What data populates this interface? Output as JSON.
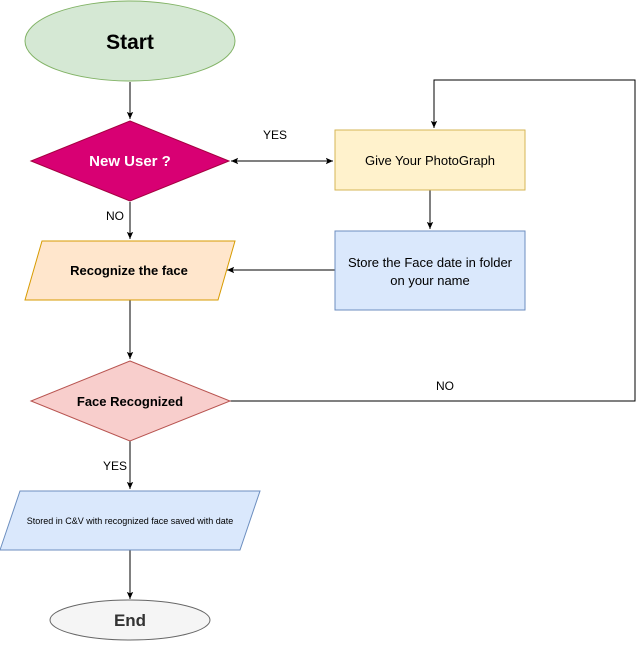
{
  "diagram": {
    "nodes": {
      "start": {
        "label": "Start",
        "fill": "#d5e8d4",
        "stroke": "#82b366"
      },
      "new_user": {
        "label": "New User ?",
        "fill": "#d80073",
        "stroke": "#a50040",
        "text_color": "#ffffff"
      },
      "give_photo": {
        "label": "Give Your PhotoGraph",
        "fill": "#fff2cc",
        "stroke": "#d6b656"
      },
      "store_face_line1": "Store the Face date in folder",
      "store_face_line2": "on your name",
      "store_face": {
        "fill": "#dae8fc",
        "stroke": "#6c8ebf"
      },
      "recognize": {
        "label": "Recognize the face",
        "fill": "#ffe6cc",
        "stroke": "#d79b00"
      },
      "face_recognized": {
        "label": "Face Recognized",
        "fill": "#f8cecc",
        "stroke": "#b85450"
      },
      "stored": {
        "label": "Stored in C&V with recognized face saved with date",
        "fill": "#dae8fc",
        "stroke": "#6c8ebf"
      },
      "end": {
        "label": "End",
        "fill": "#f5f5f5",
        "stroke": "#666666",
        "text_color": "#333333"
      }
    },
    "edges": {
      "yes_new_user": "YES",
      "no_new_user": "NO",
      "no_face": "NO",
      "yes_face": "YES"
    }
  }
}
